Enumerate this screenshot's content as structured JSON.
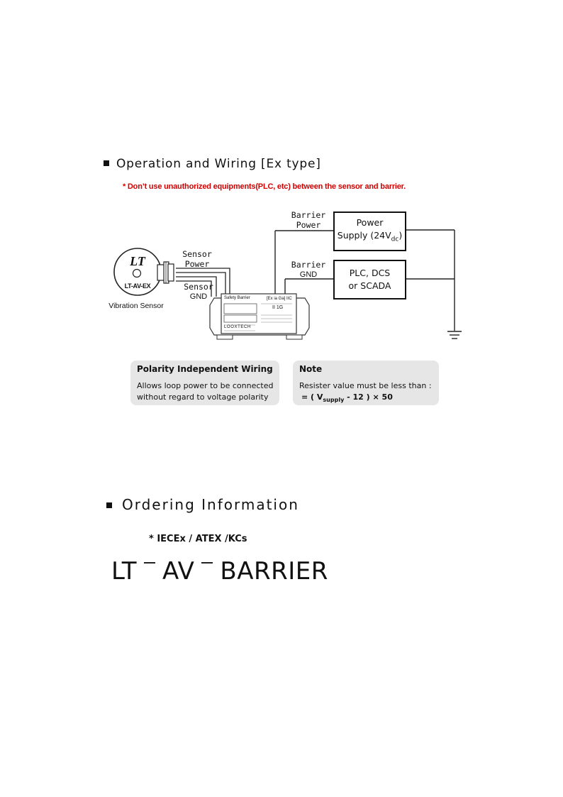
{
  "operation": {
    "title": "Operation and Wiring [Ex type]",
    "warning": "* Don’t use unauthorized equipments(PLC, etc) between the sensor and barrier.",
    "diagram": {
      "barrier_power": [
        "Barrier",
        "Power"
      ],
      "barrier_gnd": [
        "Barrier",
        "GND"
      ],
      "sensor_power": [
        "Sensor",
        "Power"
      ],
      "sensor_gnd": [
        "Sensor",
        "GND"
      ],
      "power_supply": {
        "line1": "Power",
        "line2_prefix": "Supply (24V",
        "line2_sub": "dc",
        "line2_suffix": ")"
      },
      "plc": {
        "line1": "PLC, DCS",
        "line2": "or SCADA"
      },
      "sensor_logo": "LT",
      "sensor_model": "LT-AV-EX",
      "sensor_caption": "Vibration Sensor",
      "barrier_device": {
        "title": "Safety Barrier",
        "marking": "[Ex ia Ga] IIC",
        "group": "II 1G",
        "brand": "LOOXTECH"
      }
    },
    "notes": [
      {
        "title": "Polarity Independent Wiring",
        "lines": [
          "Allows loop power to be connected",
          "without regard to voltage polarity"
        ]
      },
      {
        "title": "Note",
        "line1": "Resister value must be less than :",
        "formula": {
          "prefix": "= ( V",
          "sub": "supply",
          "suffix": " - 12 ) × 50"
        }
      }
    ]
  },
  "ordering": {
    "title": "Ordering Information",
    "cert": "* IECEx / ATEX /KCs",
    "model_parts": [
      "LT",
      "AV",
      "BARRIER"
    ]
  }
}
